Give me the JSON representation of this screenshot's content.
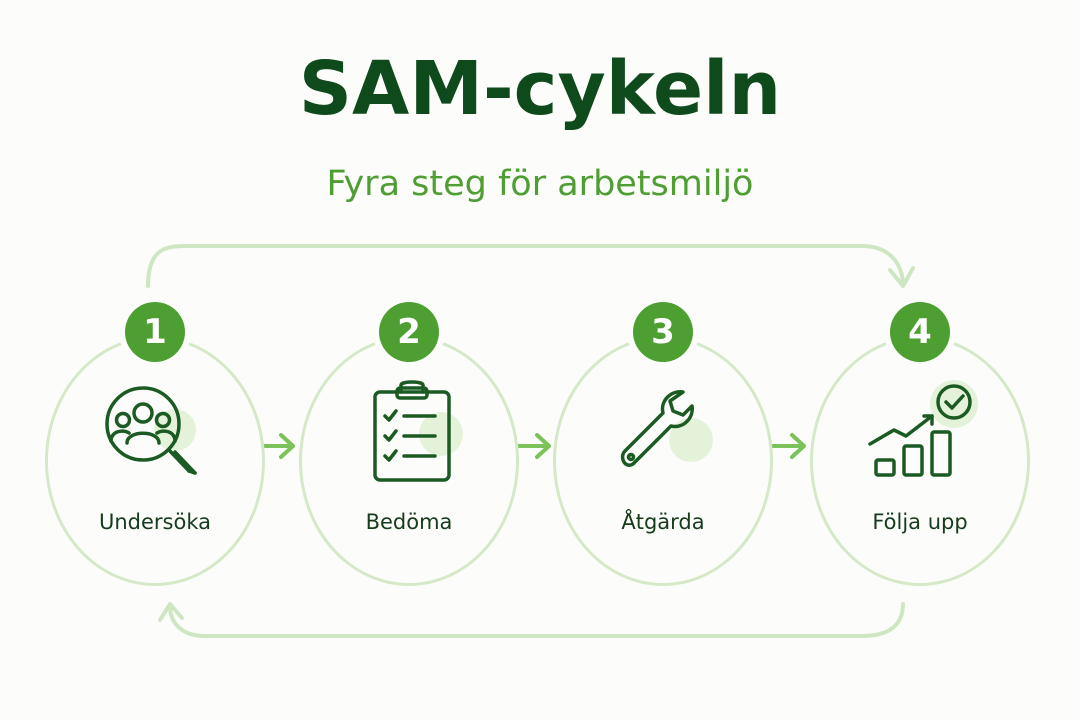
{
  "diagram": {
    "title": "SAM-cykeln",
    "subtitle": "Fyra steg för arbetsmiljö",
    "steps": [
      {
        "number": "1",
        "label": "Undersöka",
        "icon": "magnifier-people-icon"
      },
      {
        "number": "2",
        "label": "Bedöma",
        "icon": "clipboard-checklist-icon"
      },
      {
        "number": "3",
        "label": "Åtgärda",
        "icon": "wrench-icon"
      },
      {
        "number": "4",
        "label": "Följa upp",
        "icon": "growth-chart-check-icon"
      }
    ]
  },
  "colors": {
    "title": "#0f4a1c",
    "subtitle": "#4f9e33",
    "badge": "#4e9f32",
    "icon_stroke": "#1c5a24",
    "icon_accent_fill": "#e4f2da",
    "ring": "#d5e9c9",
    "arrow": "#7cc25a",
    "loop_arrow": "#cfe6c3"
  }
}
